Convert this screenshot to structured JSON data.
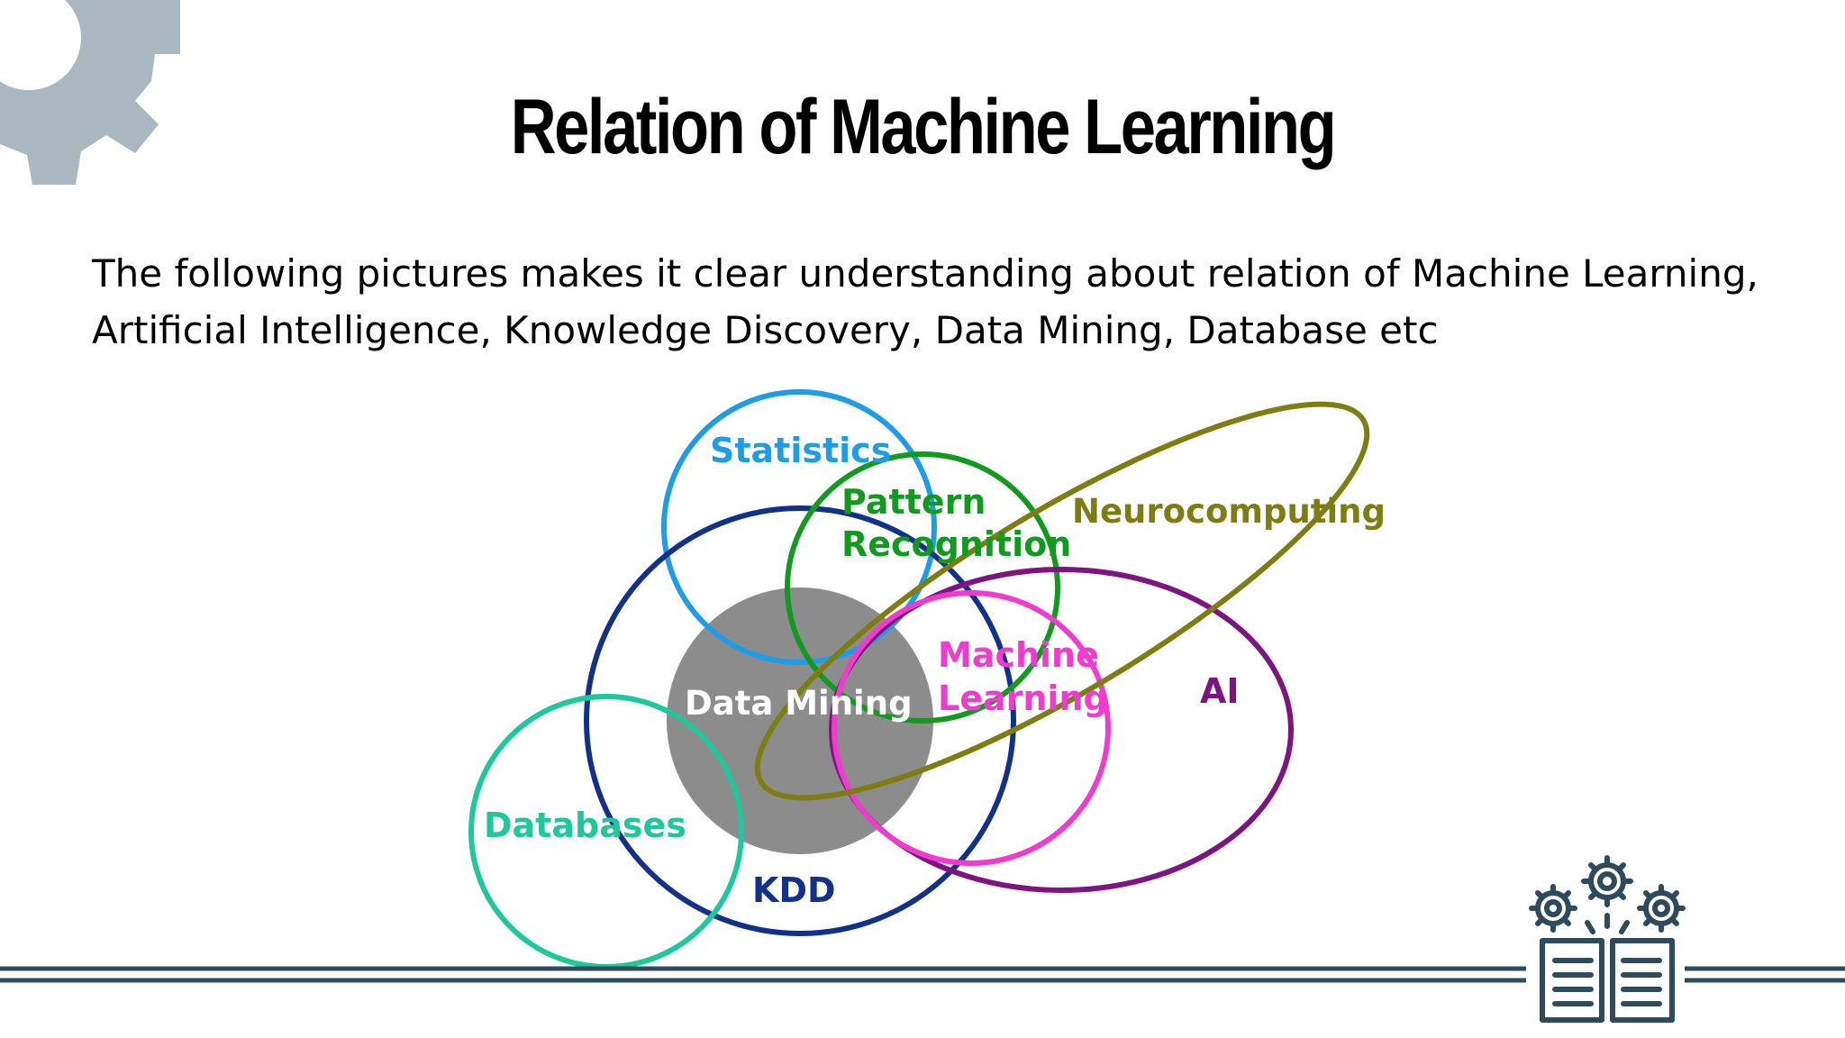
{
  "slide": {
    "title": "Relation of Machine Learning",
    "intro_line1": "The following pictures makes it clear understanding about relation of Machine Learning,",
    "intro_line2": "Artificial Intelligence, Knowledge Discovery, Data Mining, Database etc"
  },
  "diagram": {
    "sets": {
      "statistics": {
        "label": "Statistics",
        "color": "#1e9ce8"
      },
      "pattern_recognition": {
        "label_line1": "Pattern",
        "label_line2": "Recognition",
        "color": "#129a1f"
      },
      "neurocomputing": {
        "label": "Neurocomputing",
        "color": "#7d7d12"
      },
      "data_mining": {
        "label": "Data Mining",
        "color": "#8c8c8c"
      },
      "machine_learning": {
        "label_line1": "Machine",
        "label_line2": "Learning",
        "color": "#f03cce"
      },
      "ai": {
        "label": "AI",
        "color": "#7e1480"
      },
      "databases": {
        "label": "Databases",
        "color": "#1fc89a"
      },
      "kdd": {
        "label": "KDD",
        "color": "#12318a"
      }
    }
  },
  "decor": {
    "corner_icon": "gear-icon",
    "footer_icon": "book-with-gears-icon",
    "accent_color": "#2d4b5c",
    "gear_color": "#a9b7c0"
  }
}
